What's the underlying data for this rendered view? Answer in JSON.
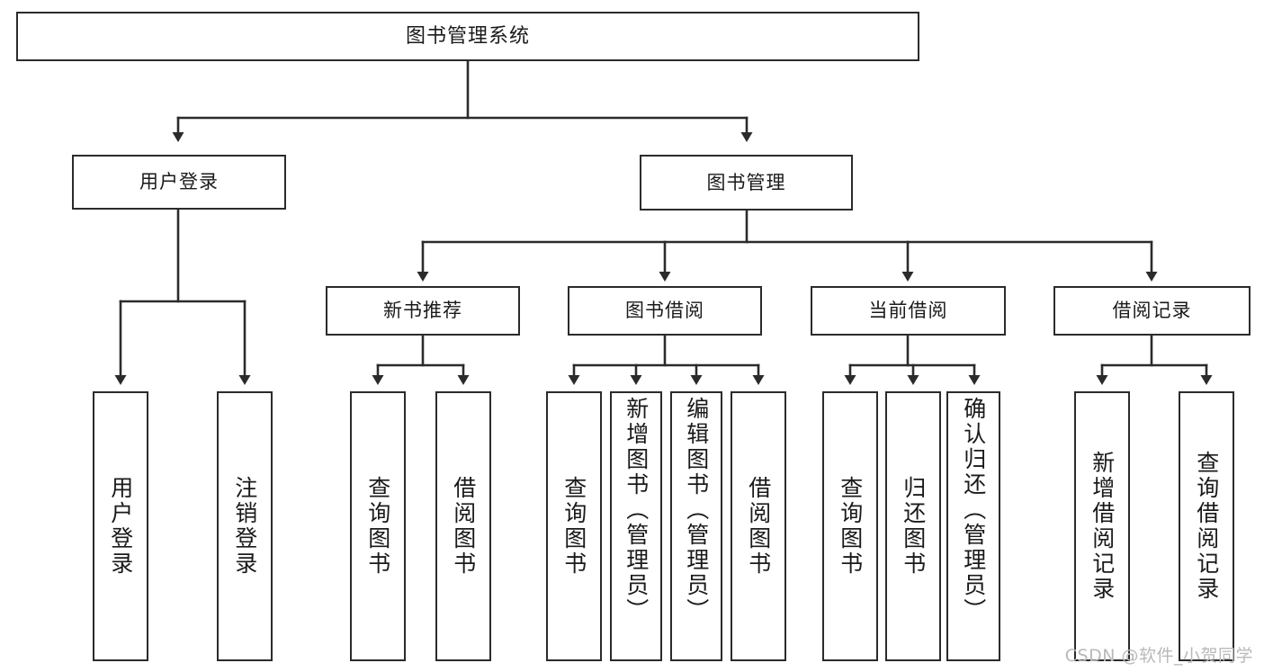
{
  "diagram": {
    "title": "图书管理系统",
    "type": "tree-hierarchy-chart",
    "watermark": "CSDN @软件_小贺同学",
    "levels": {
      "root": {
        "label": "图书管理系统"
      },
      "level2": [
        {
          "label": "用户登录"
        },
        {
          "label": "图书管理"
        }
      ],
      "level3": [
        {
          "label": "新书推荐"
        },
        {
          "label": "图书借阅"
        },
        {
          "label": "当前借阅"
        },
        {
          "label": "借阅记录"
        }
      ],
      "leaves": [
        {
          "label": "用户登录"
        },
        {
          "label": "注销登录"
        },
        {
          "label": "查询图书"
        },
        {
          "label": "借阅图书"
        },
        {
          "label": "查询图书"
        },
        {
          "label": "新增图书（管理员）"
        },
        {
          "label": "编辑图书（管理员）"
        },
        {
          "label": "借阅图书"
        },
        {
          "label": "查询图书"
        },
        {
          "label": "归还图书"
        },
        {
          "label": "确认归还（管理员）"
        },
        {
          "label": "新增借阅记录"
        },
        {
          "label": "查询借阅记录"
        }
      ]
    },
    "colors": {
      "stroke": "#2b2b2b",
      "fill": "#ffffff",
      "text": "#1a1a1a",
      "watermark": "#b9b9b9"
    }
  }
}
